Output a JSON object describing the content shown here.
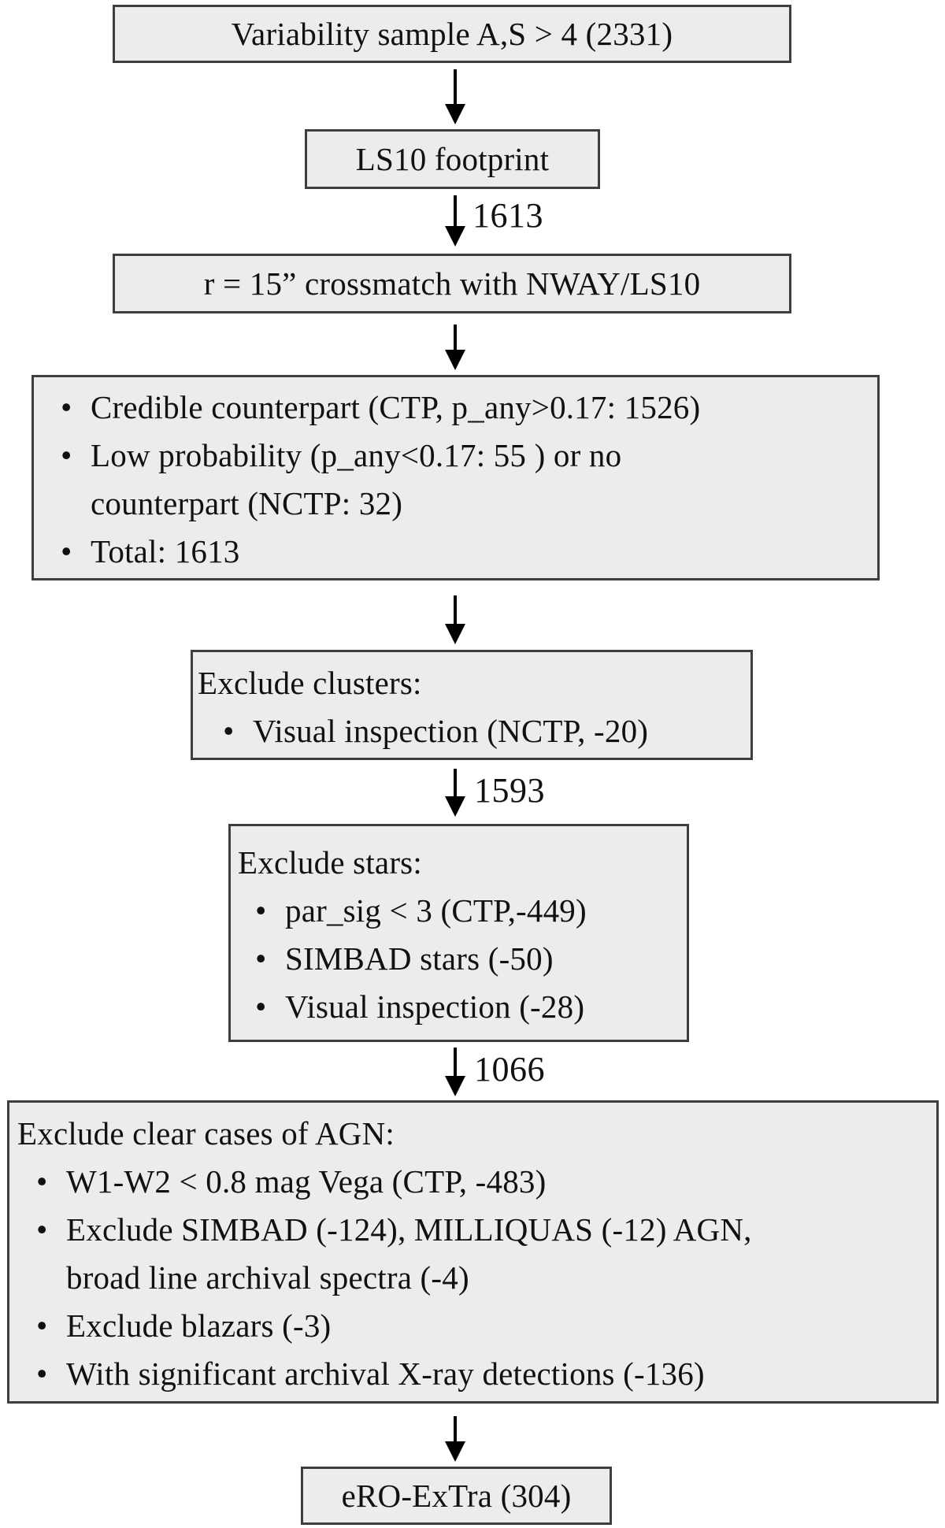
{
  "figure": {
    "type": "flowchart",
    "description": "Sample selection flow diagram ending in eRO-ExTra catalog"
  },
  "glyphs": {
    "bullet": "•"
  },
  "colors": {
    "background": "#ffffff",
    "box_fill": "#ececec",
    "box_border": "#3e3e3e",
    "text": "#111111",
    "arrow": "#000000"
  },
  "boxes": {
    "variability": {
      "label": "Variability sample A,S > 4 (2331)"
    },
    "ls10": {
      "label": "LS10 footprint"
    },
    "crossmatch": {
      "label": "r = 15” crossmatch with NWAY/LS10"
    },
    "counterparts": {
      "bullet1": "Credible counterpart (CTP, p_any>0.17: 1526)",
      "bullet2_line1": "Low probability (p_any<0.17: 55 ) or no",
      "bullet2_line2": "counterpart (NCTP: 32)",
      "bullet3": "Total: 1613"
    },
    "clusters": {
      "heading": "Exclude clusters:",
      "bullet1": "Visual inspection (NCTP, -20)"
    },
    "stars": {
      "heading": "Exclude stars:",
      "bullet1": "par_sig < 3 (CTP,-449)",
      "bullet2": "SIMBAD stars (-50)",
      "bullet3": "Visual inspection (-28)"
    },
    "agn": {
      "heading": "Exclude clear cases of AGN:",
      "bullet1": "W1-W2 < 0.8 mag Vega (CTP, -483)",
      "bullet2_line1": "Exclude SIMBAD (-124), MILLIQUAS (-12) AGN,",
      "bullet2_line2": "broad line archival spectra (-4)",
      "bullet3": "Exclude blazars (-3)",
      "bullet4": "With significant archival X-ray detections (-136)"
    },
    "final": {
      "label": "eRO-ExTra (304)"
    }
  },
  "arrows": {
    "to_crossmatch": {
      "label": "1613"
    },
    "to_exclude_stars": {
      "label": "1593"
    },
    "to_exclude_agn": {
      "label": "1066"
    }
  }
}
